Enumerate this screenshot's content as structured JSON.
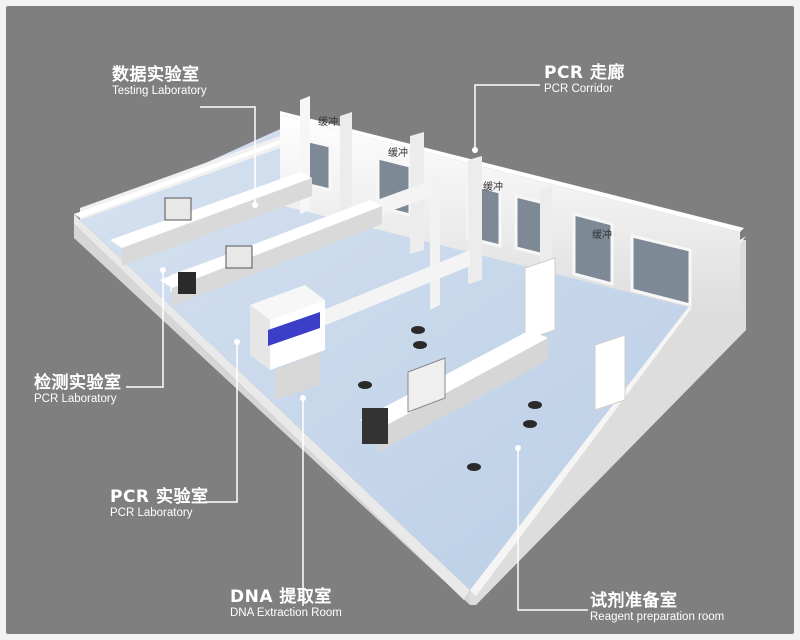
{
  "labels": {
    "testing_lab": {
      "cn": "数据实验室",
      "en": "Testing Laboratory"
    },
    "pcr_corridor": {
      "cn": "PCR 走廊",
      "en": "PCR Corridor"
    },
    "detection_lab": {
      "cn": "检测实验室",
      "en": "PCR Laboratory"
    },
    "pcr_lab": {
      "cn": "PCR 实验室",
      "en": "PCR Laboratory"
    },
    "dna_room": {
      "cn": "DNA 提取室",
      "en": "DNA Extraction Room"
    },
    "reagent_room": {
      "cn": "试剂准备室",
      "en": "Reagent preparation room"
    }
  },
  "buffer_labels": [
    "缓冲",
    "缓冲",
    "缓冲",
    "缓冲"
  ],
  "colors": {
    "frame": "#7f7f7f",
    "floor": "#c9d9ec",
    "wall": "#f4f4f4",
    "bsc_panel": "#3a3ec8"
  }
}
